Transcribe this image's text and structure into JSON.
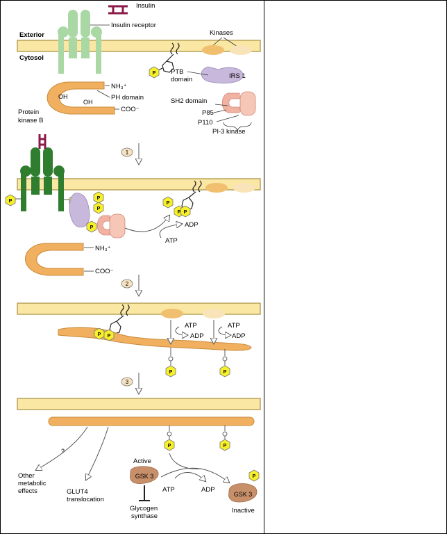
{
  "labels": {
    "insulin": "Insulin",
    "exterior": "Exterior",
    "insulin_receptor": "Insulin receptor",
    "kinases": "Kinases",
    "cytosol": "Cytosol",
    "nh3": "NH₃⁺",
    "oh": "OH",
    "pth_domain": "PH domain",
    "coo": "COO⁻",
    "protein_kinase_b_line1": "Protein",
    "protein_kinase_b_line2": "kinase B",
    "ptb_domain_line1": "PTB",
    "ptb_domain_line2": "domain",
    "irs1": "IRS 1",
    "sh2_domain": "SH2 domain",
    "p85": "P85",
    "p110": "P110",
    "pi3_kinase": "PI-3 kinase",
    "adp": "ADP",
    "atp": "ATP",
    "p": "P",
    "question": "?",
    "other_effects_line1": "Other",
    "other_effects_line2": "metabolic",
    "other_effects_line3": "effects",
    "glut4_line1": "GLUT4",
    "glut4_line2": "translocation",
    "active": "Active",
    "gsk3": "GSK 3",
    "glycogen_line1": "Glycogen",
    "glycogen_line2": "synthase",
    "inactive": "Inactive"
  },
  "steps": [
    "1",
    "2",
    "3"
  ],
  "colors": {
    "membrane": "#f9e7a3",
    "membrane_line": "#b8a25a",
    "receptor_light": "#a9d8a4",
    "receptor_dark": "#2f7d2f",
    "insulin": "#8b1a4a",
    "pkb": "#f0b060",
    "pkb_edge": "#c98a3a",
    "irs1": "#c8b8dc",
    "pi3k": "#f2b2a2",
    "phosphate": "#f6ef2a",
    "gsk3": "#c8906a",
    "kinase_light": "#f5d8a8"
  }
}
